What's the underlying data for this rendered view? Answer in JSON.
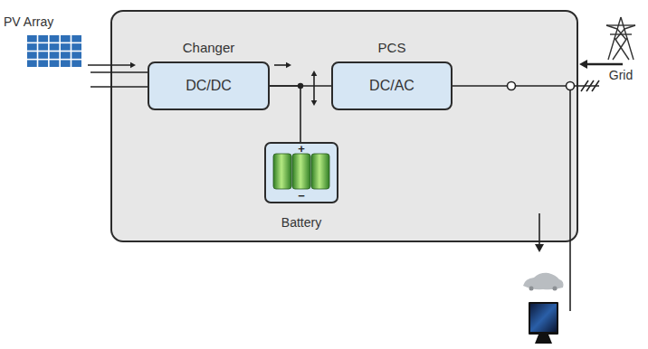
{
  "diagram": {
    "nodes": [
      {
        "text": [
          "PV Array"
        ]
      },
      {
        "text": [
          "Changer",
          "DC/DC"
        ]
      },
      {
        "text": [
          "PCS",
          "DC/AC"
        ]
      },
      {
        "text": [
          "Grid"
        ]
      },
      {
        "text": [
          "Battery"
        ]
      }
    ],
    "edges": [
      {
        "from": 0,
        "to": 1,
        "arrow": "to"
      },
      {
        "from": 1,
        "to": 2,
        "arrow": "to"
      },
      {
        "from": 1,
        "to": 4,
        "arrow": "both"
      },
      {
        "from": 3,
        "to": 2,
        "arrow": "to"
      }
    ],
    "labels": [
      "+",
      "−"
    ]
  }
}
